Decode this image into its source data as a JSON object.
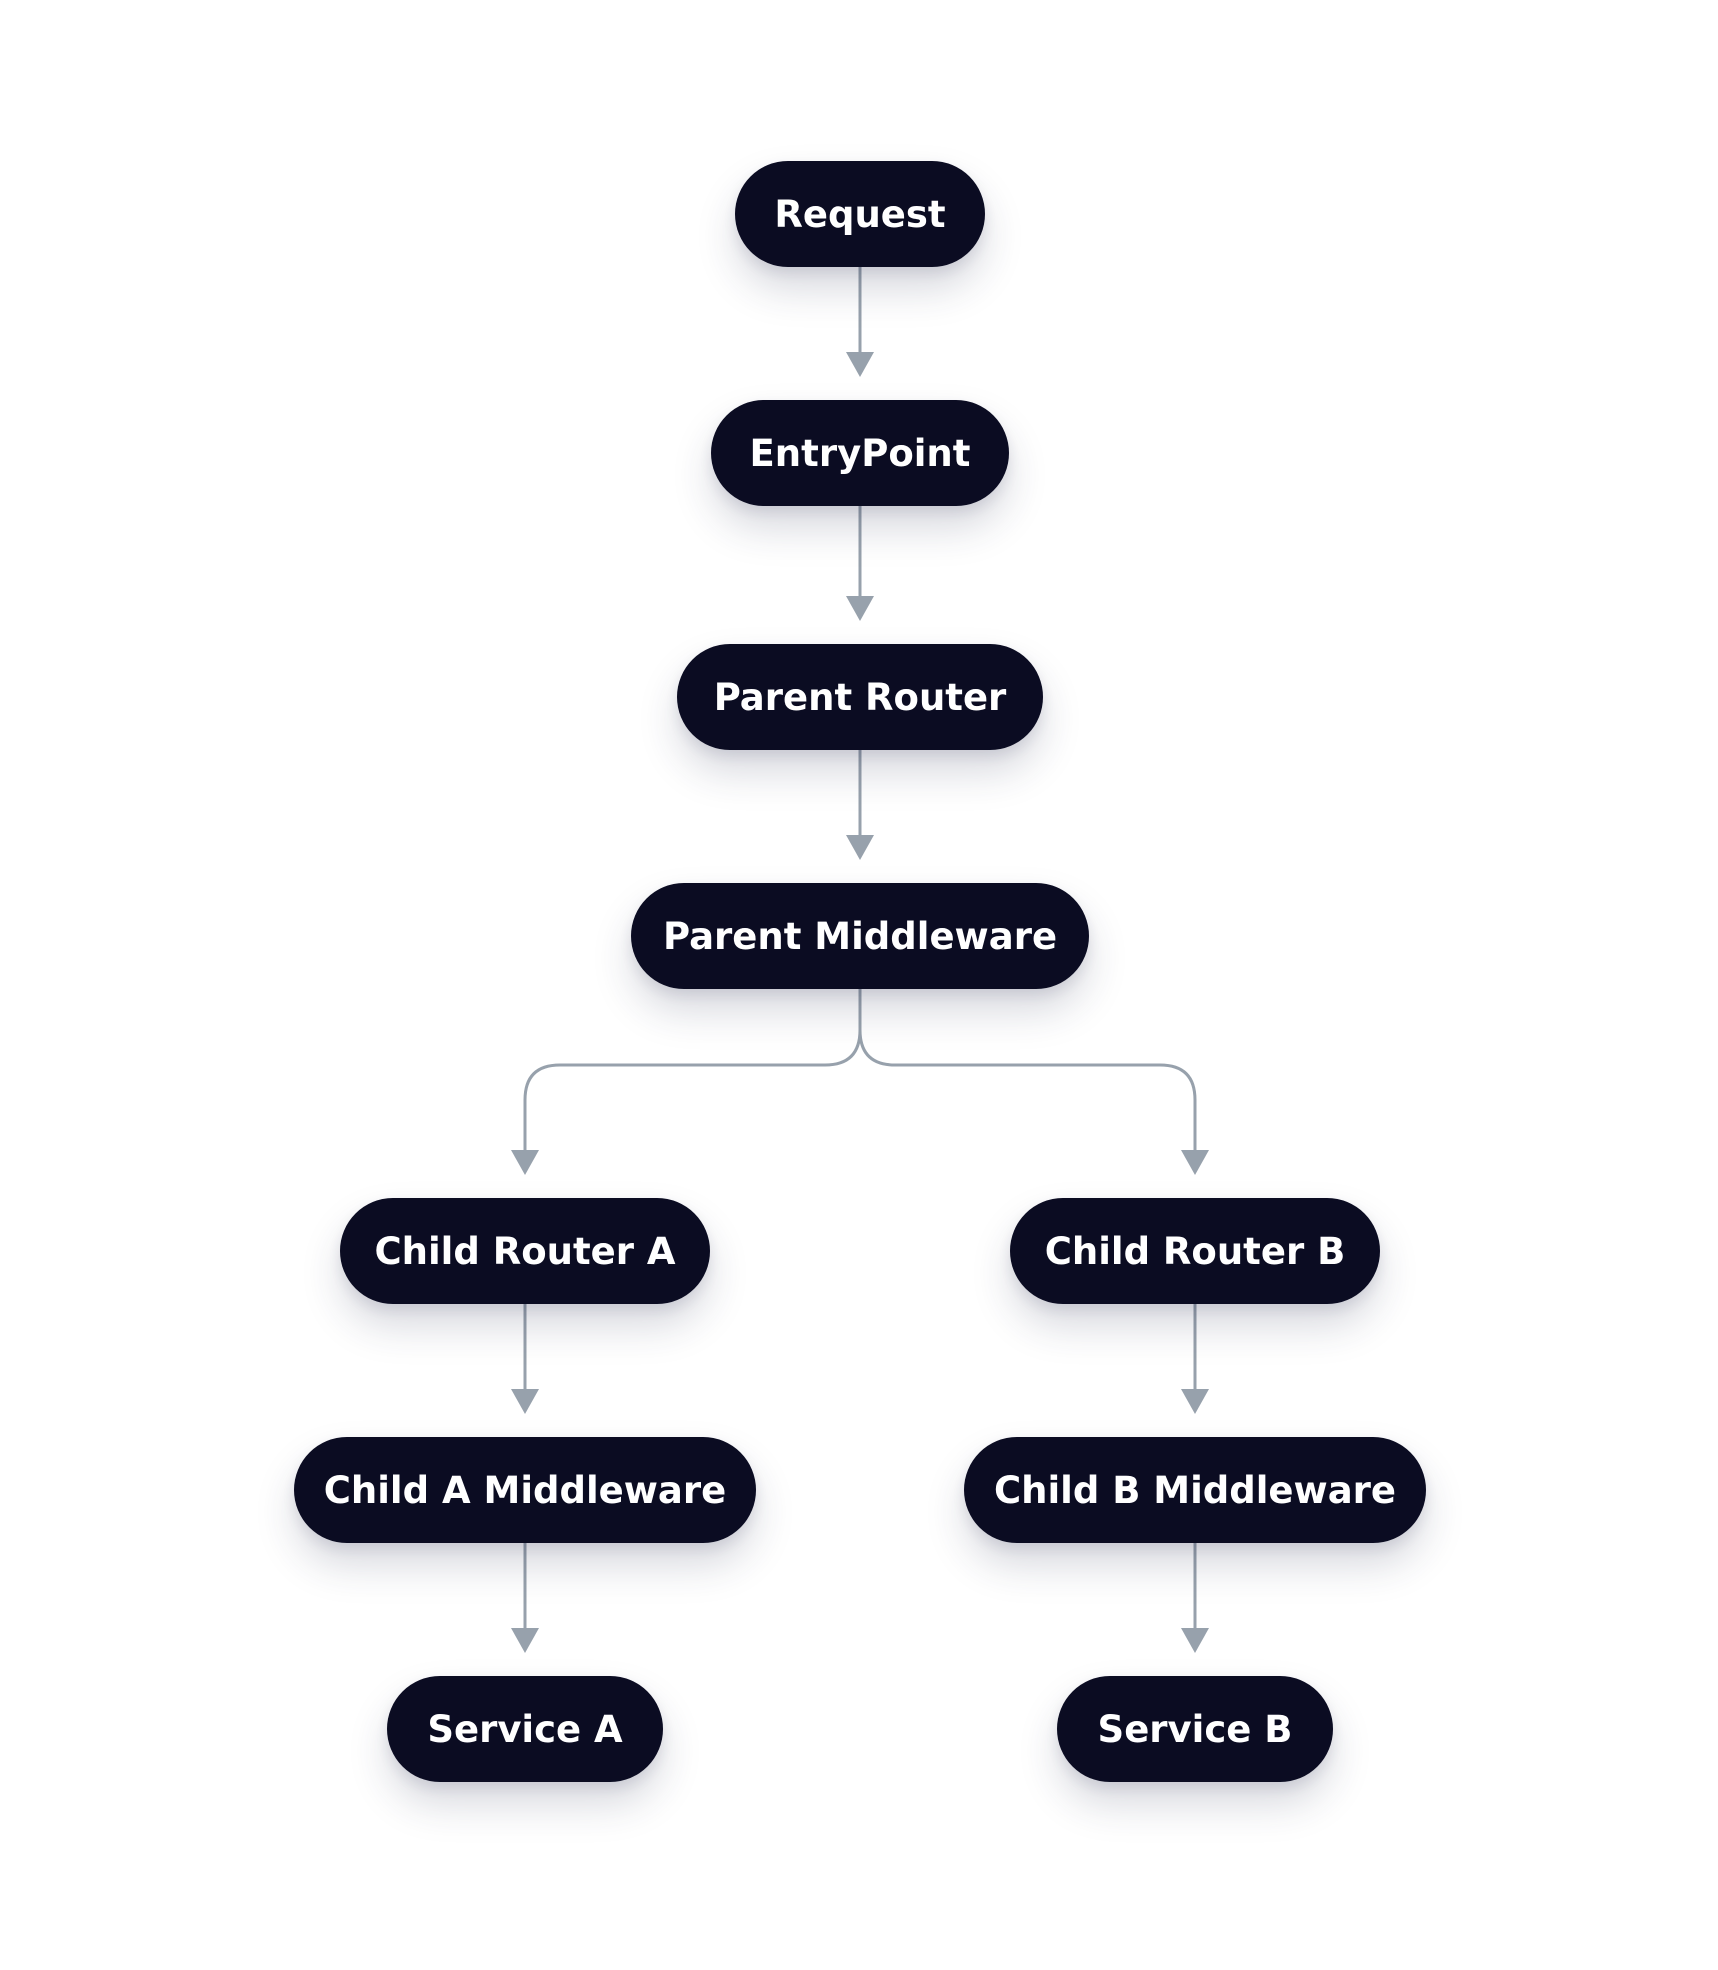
{
  "colors": {
    "node_fill": "#0b0c22",
    "node_text": "#ffffff",
    "edge": "#97a1ac",
    "background": "#ffffff"
  },
  "nodes": {
    "request": "Request",
    "entrypoint": "EntryPoint",
    "parent_router": "Parent Router",
    "parent_middleware": "Parent Middleware",
    "child_router_a": "Child Router A",
    "child_router_b": "Child Router B",
    "child_a_middleware": "Child A Middleware",
    "child_b_middleware": "Child B Middleware",
    "service_a": "Service A",
    "service_b": "Service B"
  },
  "edges": [
    [
      "request",
      "entrypoint"
    ],
    [
      "entrypoint",
      "parent_router"
    ],
    [
      "parent_router",
      "parent_middleware"
    ],
    [
      "parent_middleware",
      "child_router_a"
    ],
    [
      "parent_middleware",
      "child_router_b"
    ],
    [
      "child_router_a",
      "child_a_middleware"
    ],
    [
      "child_router_b",
      "child_b_middleware"
    ],
    [
      "child_a_middleware",
      "service_a"
    ],
    [
      "child_b_middleware",
      "service_b"
    ]
  ]
}
